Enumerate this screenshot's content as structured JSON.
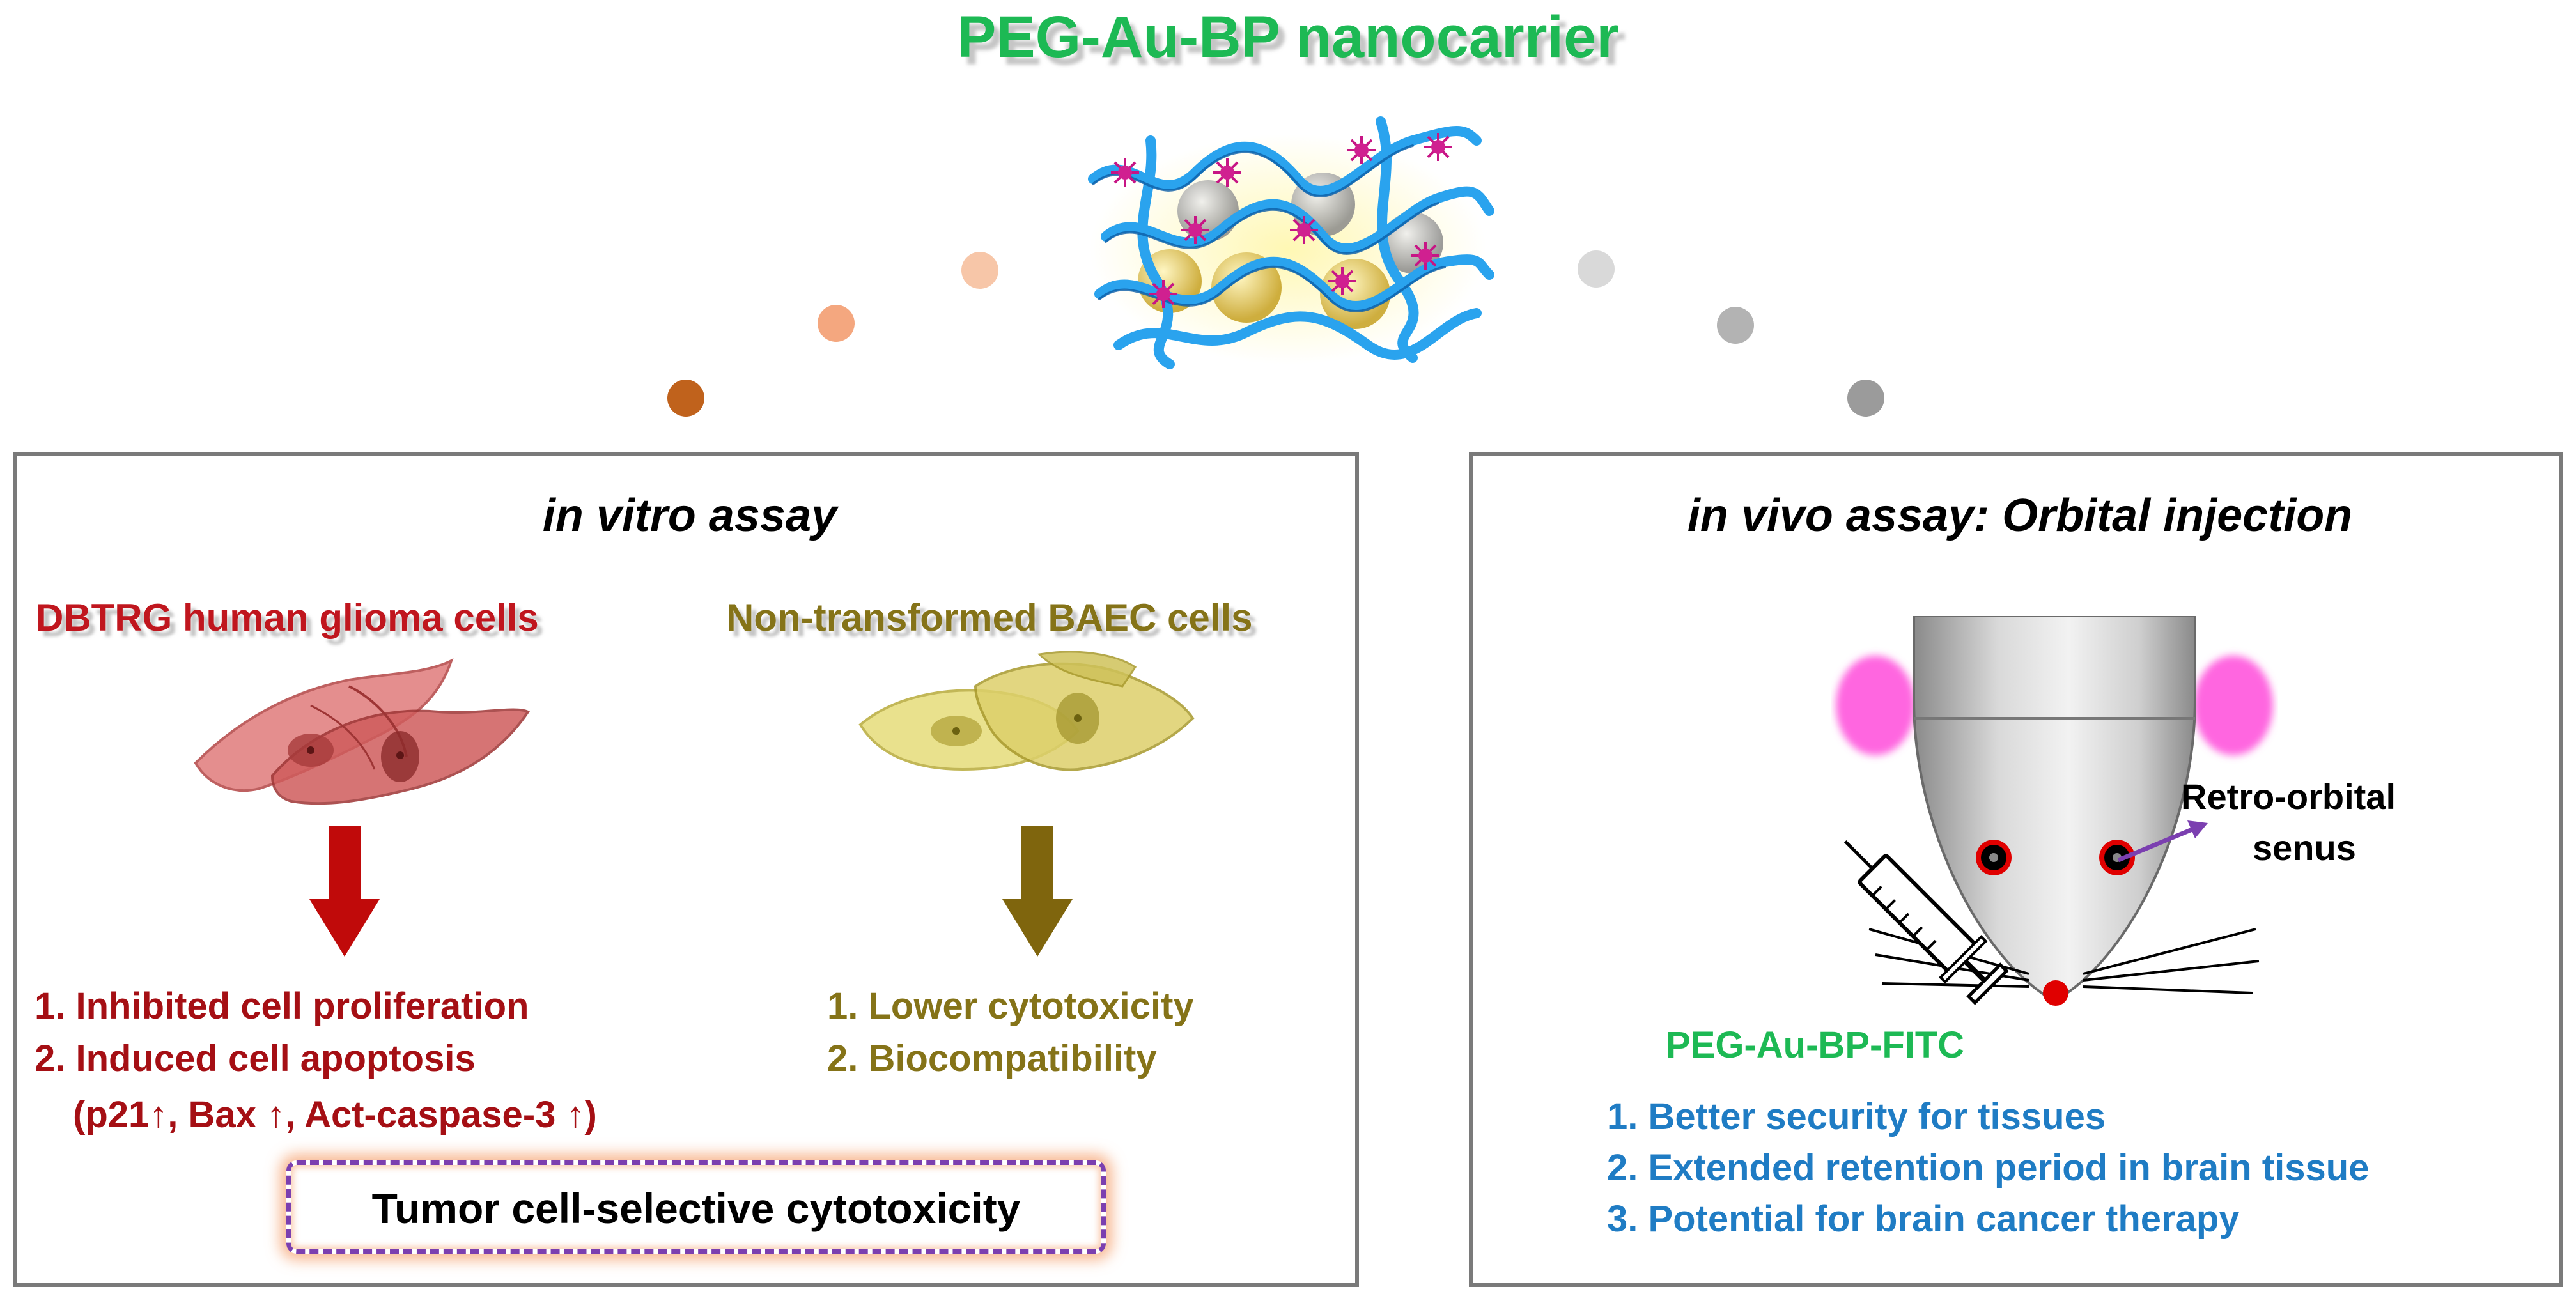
{
  "title": "PEG-Au-BP nanocarrier",
  "left_panel": {
    "heading": "in vitro assay",
    "glioma_label": "DBTRG human glioma cells",
    "baec_label": "Non-transformed BAEC cells",
    "glioma_results": [
      "1. Inhibited cell proliferation",
      "2. Induced cell apoptosis",
      "(p21↑, Bax ↑, Act-caspase-3 ↑)"
    ],
    "baec_results": [
      "1. Lower cytotoxicity",
      "2. Biocompatibility"
    ],
    "conclusion": "Tumor cell-selective cytotoxicity"
  },
  "right_panel": {
    "heading": "in vivo assay: Orbital injection",
    "retro_orbital_label": [
      "Retro-orbital",
      "senus"
    ],
    "probe_label": "PEG-Au-BP-FITC",
    "results": [
      "1. Better security for tissues",
      "2. Extended retention period in brain tissue",
      "3. Potential for brain cancer therapy"
    ]
  },
  "colors": {
    "title_green": "#1db954",
    "glioma_red": "#c0161e",
    "baec_olive": "#857318",
    "result_blue": "#1f7cc4",
    "dashed_purple": "#7b3fb0",
    "left_dots": [
      "#c0621c",
      "#f4a77f",
      "#f7c6a8"
    ],
    "right_dots": [
      "#d9d9d9",
      "#b3b3b3",
      "#9b9b9b"
    ]
  },
  "icons": [
    "nanocarrier-icon",
    "glioma-cell-icon",
    "baec-cell-icon",
    "down-arrow-icon",
    "mouse-head-icon",
    "syringe-icon"
  ]
}
